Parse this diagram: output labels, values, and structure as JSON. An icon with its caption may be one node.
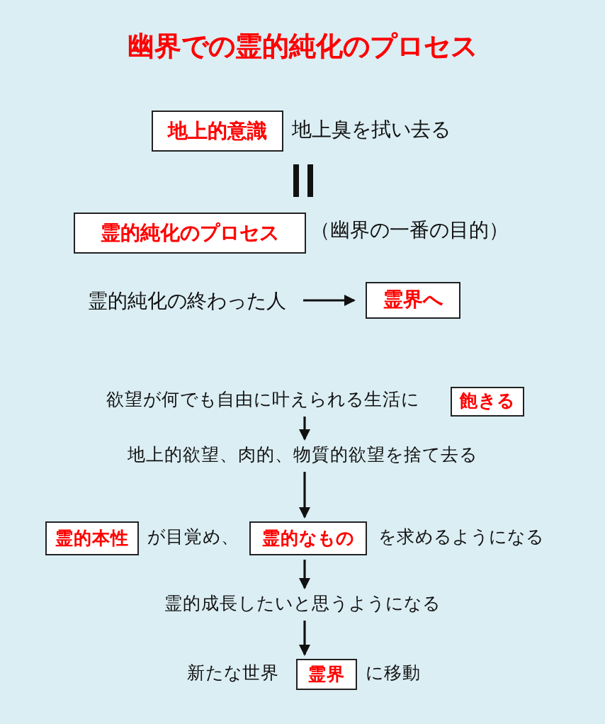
{
  "diagram": {
    "title": "幽界での霊的純化のプロセス",
    "nodes": [
      {
        "text": [
          "地上的意識"
        ],
        "beside": [
          "地上臭を拭い去る"
        ]
      },
      {
        "text": [
          "霊的純化のプロセス"
        ],
        "beside": [
          "（幽界の一番の目的）"
        ]
      },
      {
        "text": [
          "霊的純化の終わった人"
        ]
      },
      {
        "text": [
          "霊界へ"
        ]
      },
      {
        "text": [
          "欲望が何でも自由に叶えられる生活に"
        ]
      },
      {
        "text": [
          "飽きる"
        ]
      },
      {
        "text": [
          "地上的欲望、肉的、物質的欲望を捨て去る"
        ]
      },
      {
        "text": [
          "霊的本性"
        ],
        "beside": [
          "が目覚め、"
        ]
      },
      {
        "text": [
          "霊的なもの"
        ],
        "beside": [
          "を求めるようになる"
        ]
      },
      {
        "text": [
          "霊的成長したいと思うようになる"
        ]
      },
      {
        "text": [
          "霊界"
        ],
        "beside": [
          "新たな世界",
          "に移動"
        ]
      }
    ],
    "edges": [
      {
        "from": 0,
        "to": 1,
        "arrow": "none",
        "style": "thick"
      },
      {
        "from": 2,
        "to": 3,
        "arrow": "to"
      },
      {
        "from": 4,
        "to": 6,
        "arrow": "to"
      },
      {
        "from": 6,
        "to": 8,
        "arrow": "to"
      },
      {
        "from": 8,
        "to": 9,
        "arrow": "to"
      },
      {
        "from": 9,
        "to": 10,
        "arrow": "to"
      }
    ]
  }
}
